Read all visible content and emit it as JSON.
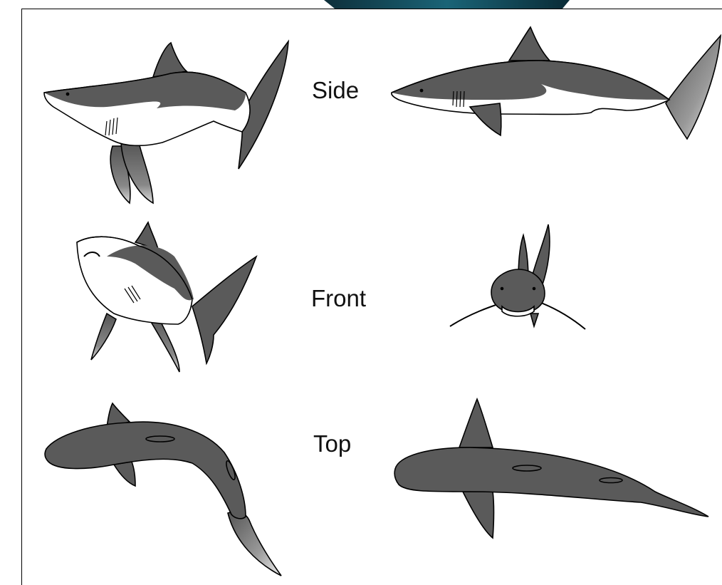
{
  "labels": {
    "side": "Side",
    "front": "Front",
    "top": "Top"
  },
  "colors": {
    "body": "#5a5a5a",
    "belly": "#ffffff",
    "outline": "#000000",
    "backdrop": "#0d3a47"
  },
  "figures": [
    {
      "row": "side",
      "variant": "turning"
    },
    {
      "row": "side",
      "variant": "straight"
    },
    {
      "row": "front",
      "variant": "turning"
    },
    {
      "row": "front",
      "variant": "straight"
    },
    {
      "row": "top",
      "variant": "turning"
    },
    {
      "row": "top",
      "variant": "straight"
    }
  ]
}
